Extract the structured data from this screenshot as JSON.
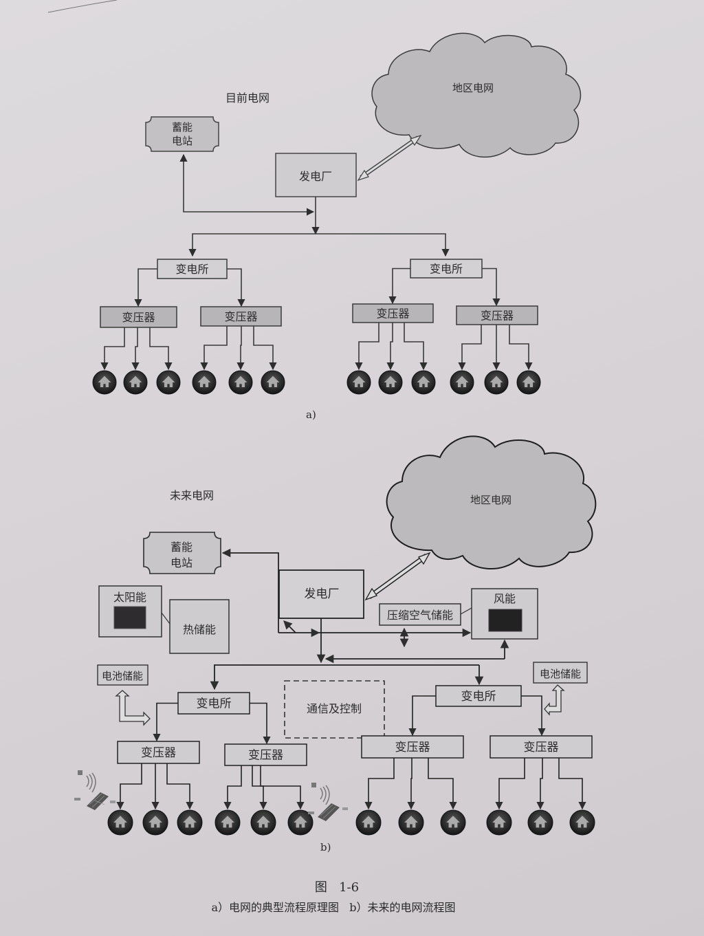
{
  "figure": {
    "number": "图   1-6",
    "caption": "a）电网的典型流程原理图   b）未来的电网流程图"
  },
  "diagram_a": {
    "title": "目前电网",
    "sub_label": "a)",
    "regional_grid": "地区电网",
    "storage_station_line1": "蓄能",
    "storage_station_line2": "电站",
    "power_plant": "发电厂",
    "substations": [
      "变电所",
      "变电所"
    ],
    "transformers": [
      "变压器",
      "变压器",
      "变压器",
      "变压器"
    ],
    "homes_per_transformer": 3
  },
  "diagram_b": {
    "title": "未来电网",
    "sub_label": "b)",
    "regional_grid": "地区电网",
    "storage_station_line1": "蓄能",
    "storage_station_line2": "电站",
    "power_plant": "发电厂",
    "solar": "太阳能",
    "thermal_storage": "热储能",
    "compressed_air_storage": "压缩空气储能",
    "wind": "风能",
    "battery_storage_left": "电池储能",
    "battery_storage_right": "电池储能",
    "comm_control": "通信及控制",
    "substations": [
      "变电所",
      "变电所"
    ],
    "transformers": [
      "变压器",
      "变压器",
      "变压器",
      "变压器"
    ],
    "homes_per_transformer": 3
  },
  "colors": {
    "stroke": "#2e2e2e",
    "box_fill": "#c9c6c9",
    "cloud_fill": "#bdbabd",
    "home_dark": "#1f1f1f",
    "panel_dark": "#2b2b2b"
  }
}
